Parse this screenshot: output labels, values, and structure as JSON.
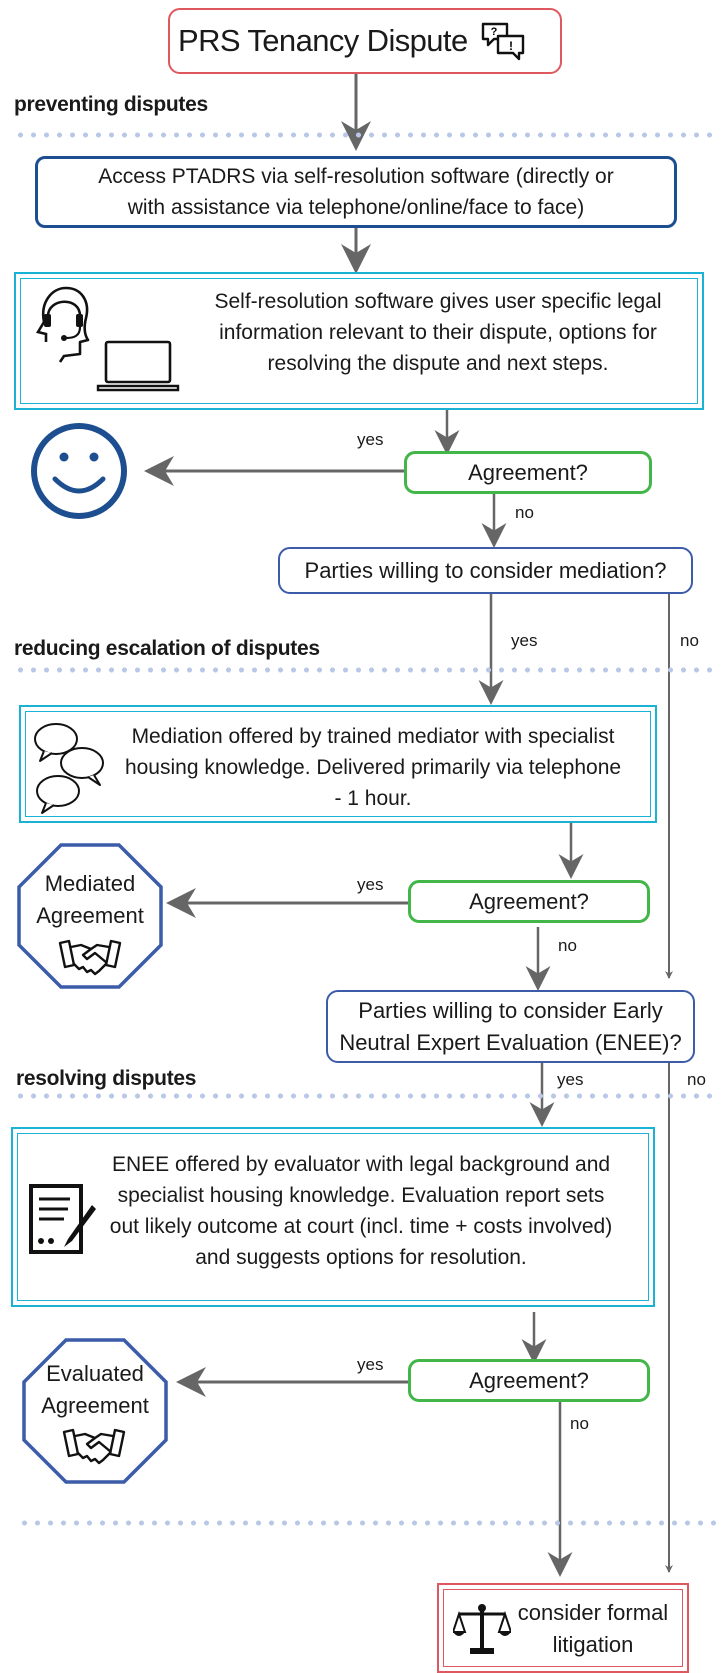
{
  "title": "PRS Tenancy Dispute",
  "sections": {
    "preventing": "preventing disputes",
    "reducing": "reducing escalation of disputes",
    "resolving": "resolving disputes"
  },
  "steps": {
    "access_line1": "Access PTADRS via self-resolution software  (directly or",
    "access_line2": "with assistance via telephone/online/face to face)",
    "software_line1": "Self-resolution software gives user specific legal",
    "software_line2": "information relevant to their dispute, options for",
    "software_line3": "resolving the dispute and next steps.",
    "agreement": "Agreement?",
    "mediation_question": "Parties willing to consider mediation?",
    "mediation_line1": "Mediation offered by trained mediator with specialist",
    "mediation_line2": "housing knowledge.  Delivered primarily via telephone",
    "mediation_line3": "- 1 hour.",
    "enee_question_line1": "Parties willing to consider Early",
    "enee_question_line2": "Neutral Expert Evaluation (ENEE)?",
    "enee_line1": "ENEE offered by evaluator with legal background and",
    "enee_line2": "specialist housing knowledge.  Evaluation report sets",
    "enee_line3": "out likely outcome at court (incl. time + costs involved)",
    "enee_line4": "and suggests options for resolution.",
    "litigation_line1": "consider formal",
    "litigation_line2": "litigation"
  },
  "outcomes": {
    "mediated_line1": "Mediated",
    "mediated_line2": "Agreement",
    "evaluated_line1": "Evaluated",
    "evaluated_line2": "Agreement"
  },
  "edge_labels": {
    "yes": "yes",
    "no": "no"
  },
  "icons": [
    "speech-bubbles-icon",
    "headset-person-icon",
    "laptop-icon",
    "smiley-icon",
    "chat-bubbles-icon",
    "handshake-icon",
    "document-pen-icon",
    "scales-icon"
  ],
  "colors": {
    "title_border": "#e0585f",
    "access_border": "#1d4e8f",
    "question_border": "#3c5ba8",
    "agreement_border": "#43b649",
    "info_border": "#1ab3d3",
    "arrow": "#666666"
  }
}
